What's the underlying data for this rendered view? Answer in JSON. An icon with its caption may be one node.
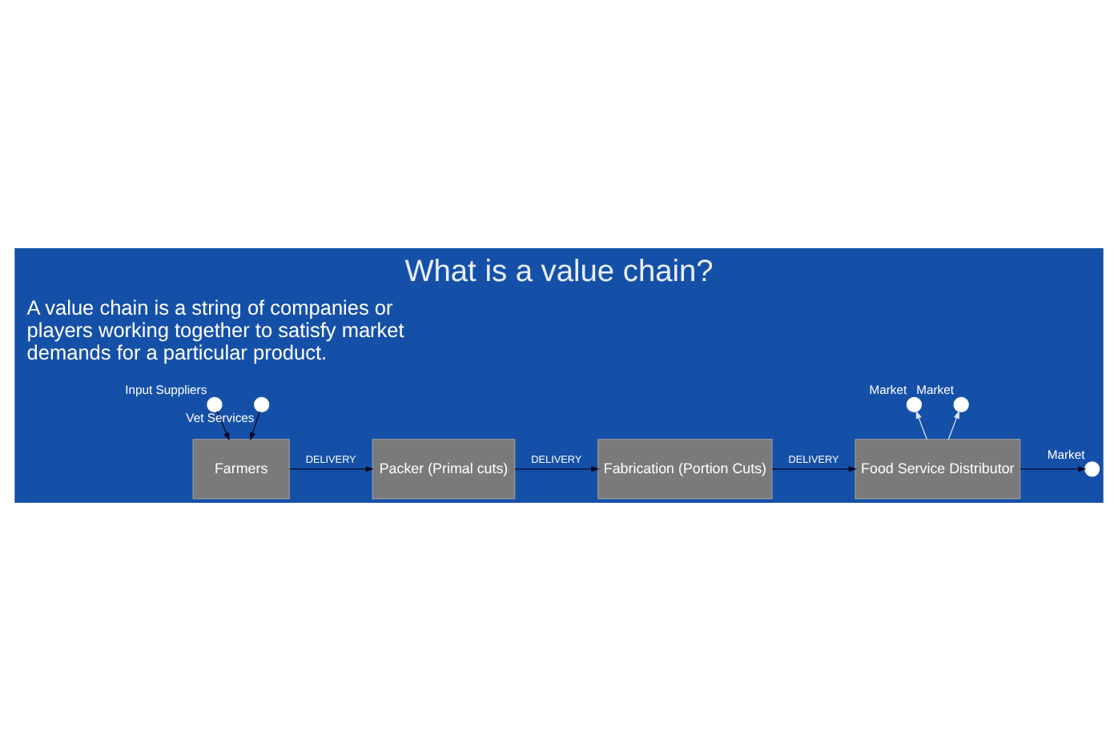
{
  "diagram": {
    "title": "What is a value chain?",
    "nodes": [
      {
        "text": [],
        "shape": "circle",
        "beside": [
          "Input Suppliers"
        ]
      },
      {
        "text": [],
        "shape": "circle",
        "beside": [
          "Vet Services"
        ]
      },
      {
        "text": [
          "Farmers"
        ]
      },
      {
        "text": [
          "Packer (Primal cuts)"
        ]
      },
      {
        "text": [
          "Fabrication (Portion Cuts)"
        ]
      },
      {
        "text": [
          "Food Service Distributor"
        ]
      },
      {
        "text": [],
        "shape": "circle",
        "beside": [
          "Market"
        ]
      },
      {
        "text": [],
        "shape": "circle",
        "beside": [
          "Market"
        ]
      },
      {
        "text": [],
        "shape": "circle",
        "beside": [
          "Market"
        ]
      }
    ],
    "edges": [
      {
        "from": 0,
        "to": 2,
        "arrow": "to"
      },
      {
        "from": 1,
        "to": 2,
        "arrow": "to"
      },
      {
        "from": 2,
        "to": 3,
        "arrow": "to",
        "label": "DELIVERY"
      },
      {
        "from": 3,
        "to": 4,
        "arrow": "to",
        "label": "DELIVERY"
      },
      {
        "from": 4,
        "to": 5,
        "arrow": "to",
        "label": "DELIVERY"
      },
      {
        "from": 5,
        "to": 6,
        "arrow": "to",
        "color": "#dde6f5"
      },
      {
        "from": 5,
        "to": 7,
        "arrow": "to"
      },
      {
        "from": 5,
        "to": 8,
        "arrow": "to",
        "color": "#dde6f5"
      }
    ],
    "labels": [
      "A value chain is a string of companies or players working together to satisfy market demands for a particular product."
    ]
  }
}
